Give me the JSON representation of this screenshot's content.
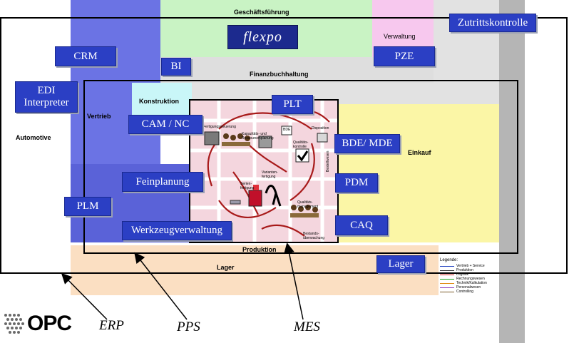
{
  "zones": {
    "geschaeftsfuehrung": "Geschäftsführung",
    "verwaltung": "Verwaltung",
    "finanzbuchhaltung": "Finanzbuchhaltung",
    "konstruktion": "Konstruktion",
    "vertrieb": "Vertrieb",
    "automotive": "Automotive",
    "einkauf": "Einkauf",
    "produktion": "Produktion",
    "lager": "Lager"
  },
  "logo": {
    "flexpo": "flexpo",
    "opc": "OPC"
  },
  "modules": {
    "crm": "CRM",
    "bi": "BI",
    "pze": "PZE",
    "zutrittskontrolle": "Zutrittskontrolle",
    "edi": "EDI\nInterpreter",
    "plt": "PLT",
    "cam_nc": "CAM / NC",
    "bde_mde": "BDE/ MDE",
    "feinplanung": "Feinplanung",
    "pdm": "PDM",
    "plm": "PLM",
    "werkzeugverwaltung": "Werkzeugverwaltung",
    "caq": "CAQ",
    "lager": "Lager"
  },
  "system_labels": {
    "erp": "ERP",
    "pps": "PPS",
    "mes": "MES"
  },
  "production_image": {
    "labels": {
      "fertigungssteuerung": "Fertigungssteuerung",
      "kapazitaet": "Kapazitäts- und\nRessourcenplanung",
      "bde": "BDE",
      "disposition": "Disposition",
      "qualitaetskontrolle": "Qualitäts-\nkontrolle",
      "varianten": "Varianten-\nfertigung",
      "serienfertigung": "Serien-\nfertigung",
      "qualitaetsmanagement": "Qualitäts-\nmanagement",
      "bestandsueberwachung": "Bestands-\nüberwachung",
      "bestellwesen": "Bestellwesen"
    }
  },
  "legend": {
    "title": "Legende:",
    "items": [
      {
        "label": "Vertrieb + Service",
        "color": "#1f3fbf"
      },
      {
        "label": "Produktion",
        "color": "#2b2b2b"
      },
      {
        "label": "Logistik",
        "color": "#d02020"
      },
      {
        "label": "Rechnungswesen",
        "color": "#1aa01a"
      },
      {
        "label": "Technik/Kalkulation",
        "color": "#e08a10"
      },
      {
        "label": "Personalwesen",
        "color": "#8a3fbf"
      },
      {
        "label": "Controlling",
        "color": "#7a5a2a"
      }
    ]
  }
}
